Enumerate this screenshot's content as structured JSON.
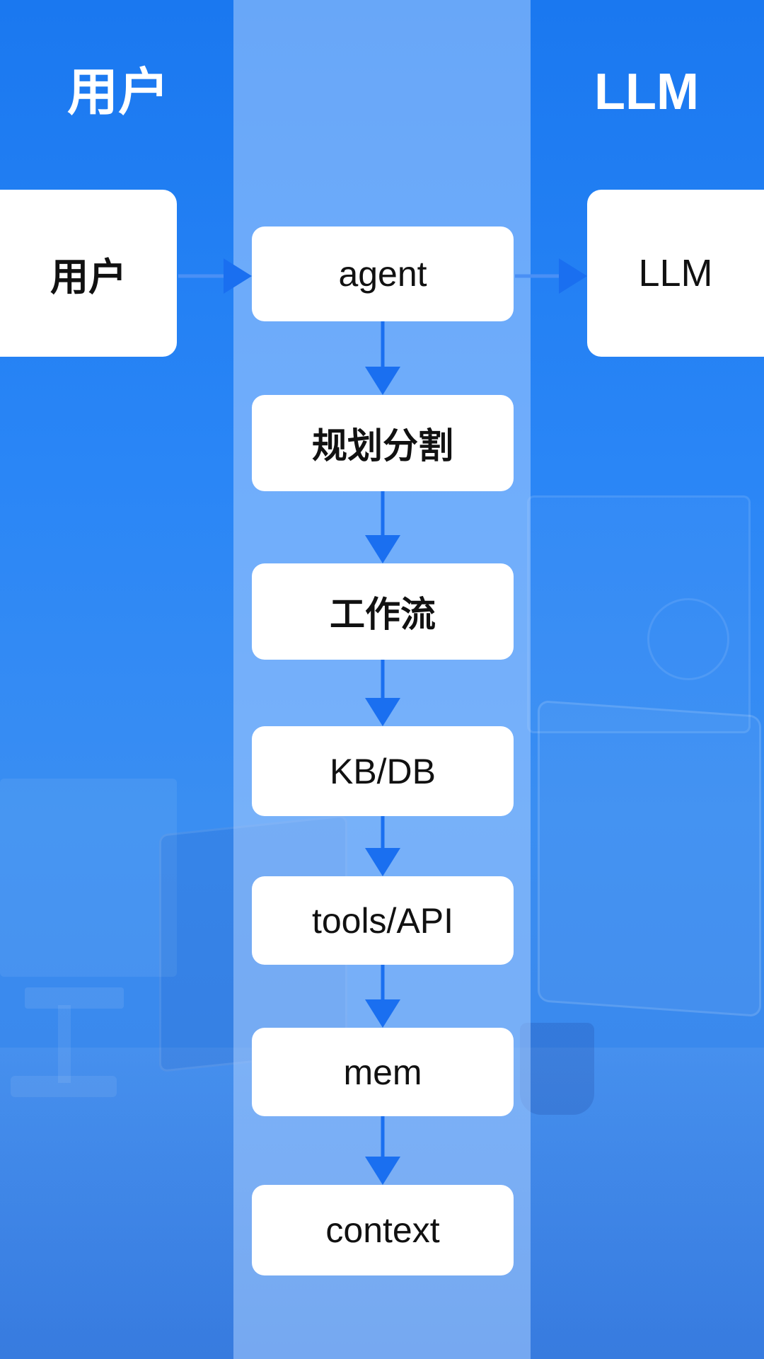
{
  "headings": {
    "left": "用户",
    "right": "LLM"
  },
  "side_nodes": {
    "user": "用户",
    "llm": "LLM"
  },
  "flow_nodes": [
    "agent",
    "规划分割",
    "工作流",
    "KB/DB",
    "tools/API",
    "mem",
    "context"
  ],
  "colors": {
    "background": "#1a78f0",
    "column": "#aacdff",
    "node": "#ffffff",
    "arrow": "#1a6ff0",
    "heading_text": "#ffffff"
  }
}
